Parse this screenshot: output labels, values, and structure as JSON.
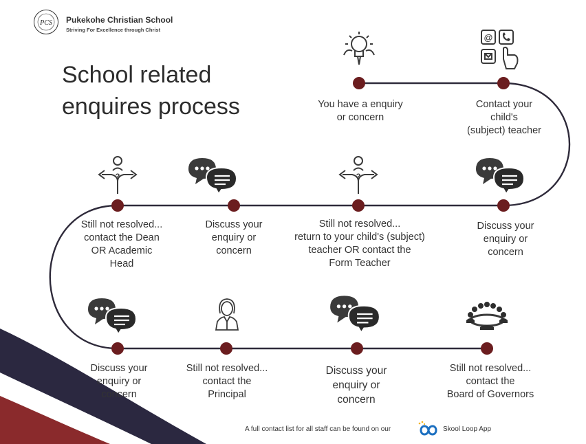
{
  "header": {
    "school_name": "Pukekohe Christian School",
    "motto": "Striving For Excellence through Christ",
    "logo_letters": "PCS",
    "logo_ring_text": "STRIVING FOR EXCELLENCE THROUGH CHRIST"
  },
  "title": {
    "line1": "School related",
    "line2": "enquires process"
  },
  "steps": [
    {
      "id": "s1",
      "lines": [
        "You have a enquiry",
        "or concern"
      ],
      "icon": "idea-icon"
    },
    {
      "id": "s2",
      "lines": [
        "Contact your",
        "child's",
        "(subject) teacher"
      ],
      "icon": "contact-icon"
    },
    {
      "id": "s3",
      "lines": [
        "Discuss your",
        "enquiry or",
        "concern"
      ],
      "icon": "chat-icon"
    },
    {
      "id": "s4",
      "lines": [
        "Still not resolved...",
        "return to your child's (subject)",
        "teacher OR contact the",
        "Form Teacher"
      ],
      "icon": "decision-icon"
    },
    {
      "id": "s5",
      "lines": [
        "Discuss your",
        "enquiry or",
        "concern"
      ],
      "icon": "chat-icon"
    },
    {
      "id": "s6",
      "lines": [
        "Still not resolved...",
        "contact the Dean",
        "OR Academic",
        "Head"
      ],
      "icon": "decision-icon"
    },
    {
      "id": "s7",
      "lines": [
        "Discuss your",
        "enquiry or",
        "concern"
      ],
      "icon": "chat-icon"
    },
    {
      "id": "s8",
      "lines": [
        "Still not resolved...",
        "contact the",
        "Principal"
      ],
      "icon": "principal-icon"
    },
    {
      "id": "s9",
      "lines": [
        "Discuss your",
        "enquiry or",
        "concern"
      ],
      "icon": "chat-icon"
    },
    {
      "id": "s10",
      "lines": [
        "Still not resolved...",
        "contact the",
        "Board of Governors"
      ],
      "icon": "board-icon"
    }
  ],
  "footer": {
    "text": "A full contact list for all staff can be found on our",
    "app_name": "Skool Loop App",
    "app_icon": "skool-loop-icon"
  },
  "colors": {
    "node": "#6b1d1f",
    "line": "#2e2a3a",
    "navy_band": "#2b2840",
    "red_band": "#8a2a2c",
    "icon_dark": "#3a3a3a"
  }
}
